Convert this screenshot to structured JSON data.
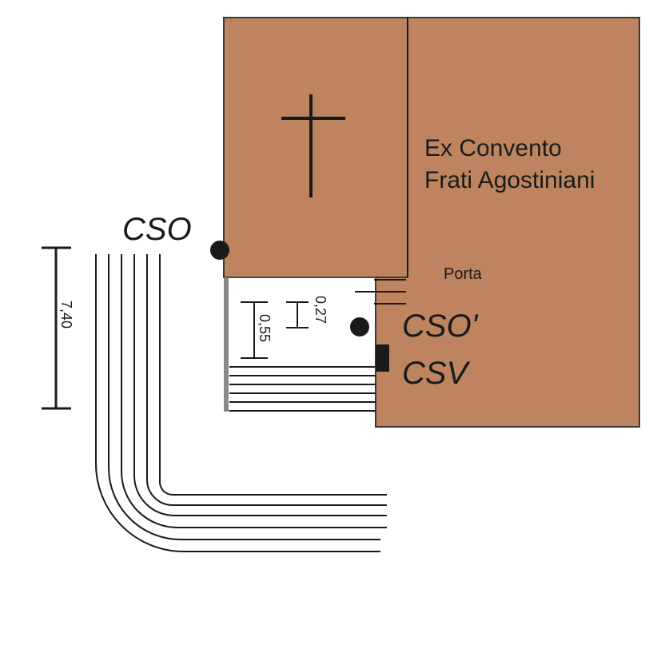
{
  "building": {
    "name_line1": "Ex Convento",
    "name_line2": "Frati Agostiniani",
    "fill_color": "#be8460",
    "door_label": "Porta"
  },
  "points": {
    "cso": "CSO",
    "cso_prime": "CSO'",
    "csv": "CSV"
  },
  "dimensions": {
    "height": "7,40",
    "riser_a": "0,27",
    "riser_b": "0,55"
  },
  "icons": {
    "cross": "cross-icon"
  }
}
